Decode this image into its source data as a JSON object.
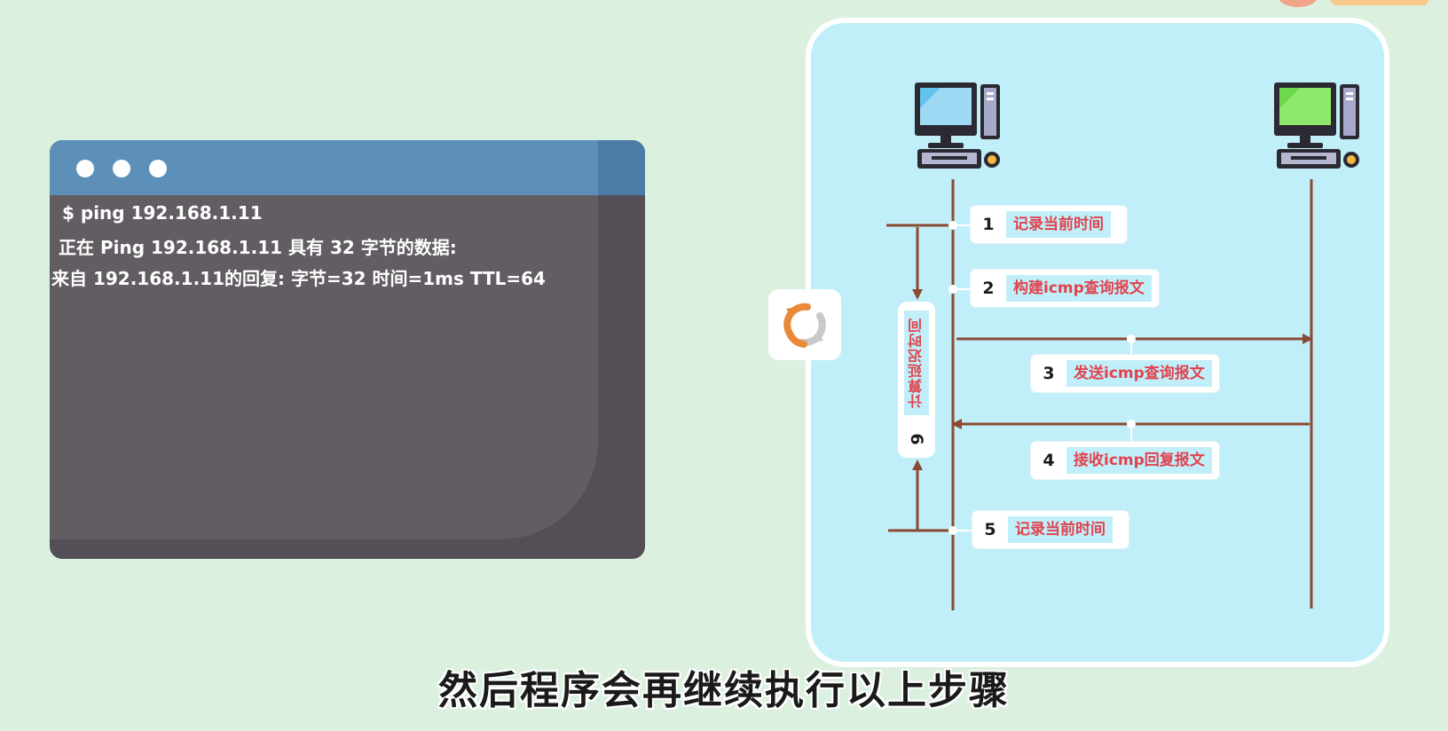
{
  "terminal": {
    "lines": [
      "$ ping 192.168.1.11",
      "正在 Ping 192.168.1.11 具有 32 字节的数据:",
      "来自 192.168.1.11的回复: 字节=32 时间=1ms TTL=64"
    ]
  },
  "steps": [
    {
      "num": "1",
      "label": "记录当前时间"
    },
    {
      "num": "2",
      "label": "构建icmp查询报文"
    },
    {
      "num": "3",
      "label": "发送icmp查询报文"
    },
    {
      "num": "4",
      "label": "接收icmp回复报文"
    },
    {
      "num": "5",
      "label": "记录当前时间"
    }
  ],
  "calc": {
    "num": "6",
    "label": "计算延迟时间"
  },
  "subtitle": "然后程序会再继续执行以上步骤",
  "colors": {
    "background": "#dbf0df",
    "panel": "#c1eff9",
    "arrow": "#8b4a34",
    "label_text": "#e0434e",
    "terminal_bar": "#5c90b8",
    "terminal_body": "#625c63",
    "refresh_orange": "#e98a3a",
    "refresh_gray": "#c9c9c9"
  },
  "icons": {
    "left_computer": "desktop-computer-blue-screen-icon",
    "right_computer": "desktop-computer-green-screen-icon",
    "refresh": "refresh-cycle-icon",
    "window_controls": "window-dot-icon"
  }
}
